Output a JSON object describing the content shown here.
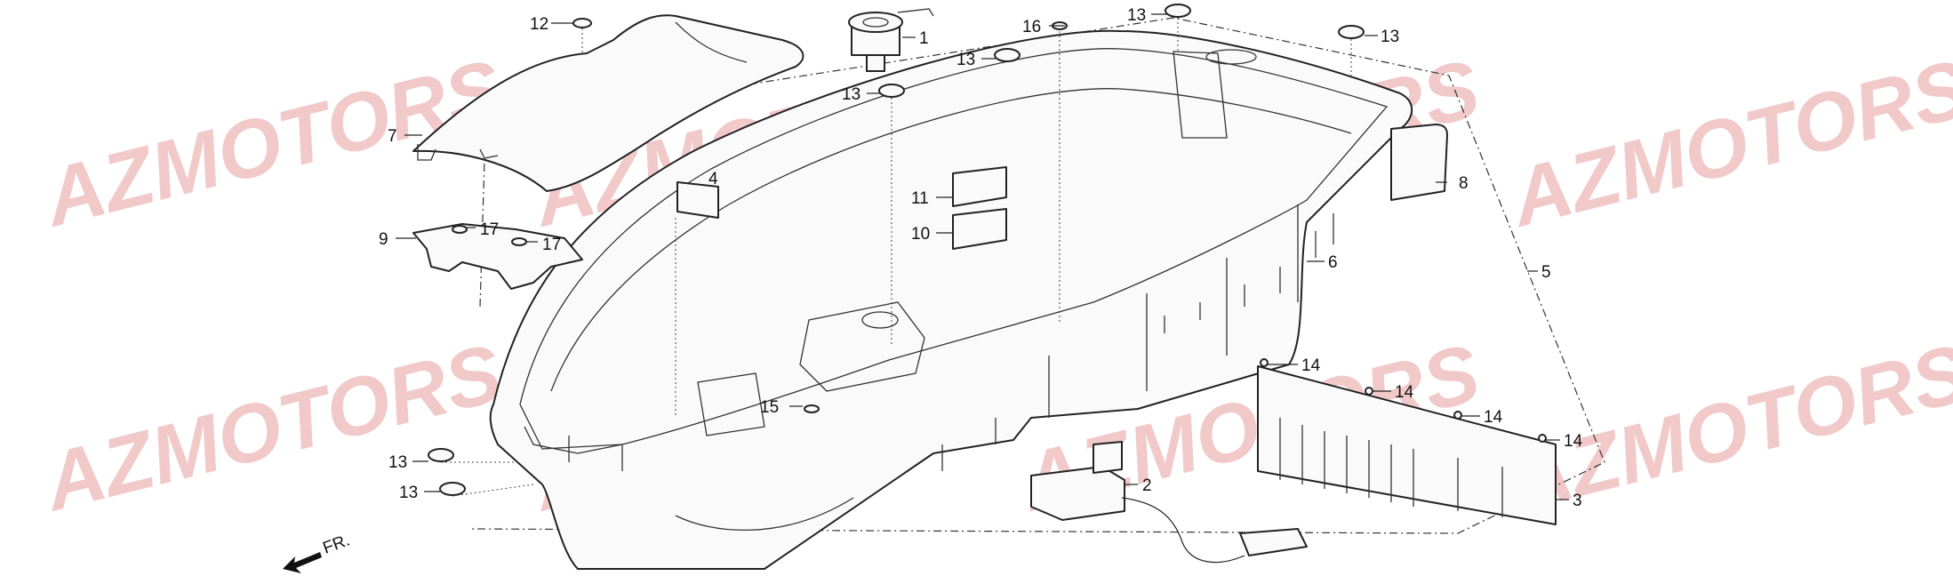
{
  "watermark": {
    "text": "AZMOTORS",
    "color": "#f2c9c9"
  },
  "callouts": {
    "c1": "1",
    "c2": "2",
    "c3": "3",
    "c4": "4",
    "c5": "5",
    "c6": "6",
    "c7": "7",
    "c8": "8",
    "c9": "9",
    "c10": "10",
    "c11": "11",
    "c12": "12",
    "c13": "13",
    "c14": "14",
    "c15": "15",
    "c16": "16",
    "c17": "17"
  },
  "direction": {
    "label": "FR."
  }
}
